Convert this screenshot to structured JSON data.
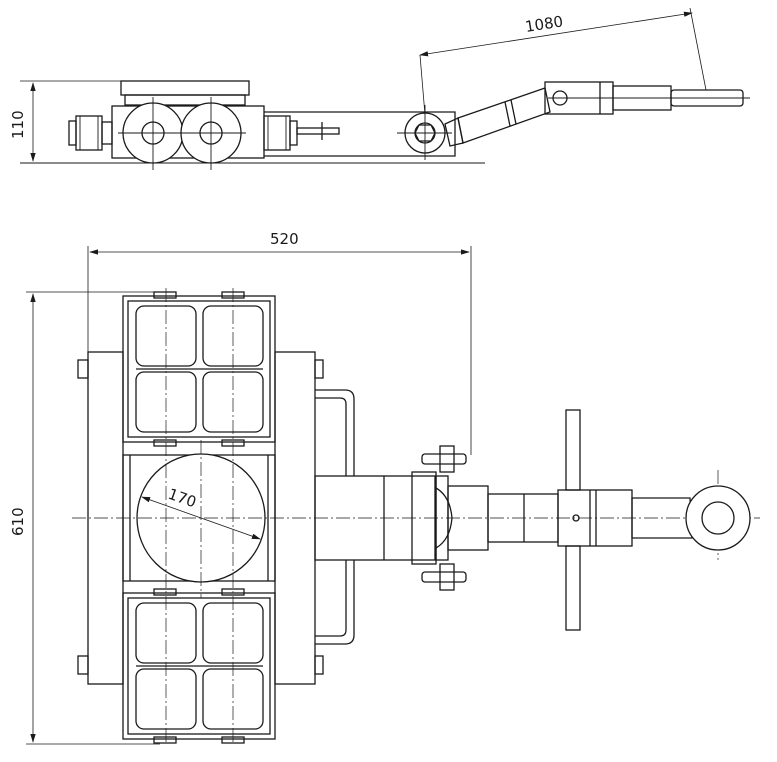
{
  "dimensions": {
    "handle_length": "1080",
    "side_height": "110",
    "width": "520",
    "length": "610",
    "wheel_diameter": "170"
  },
  "colors": {
    "line": "#1a1a1a",
    "background": "#ffffff"
  }
}
